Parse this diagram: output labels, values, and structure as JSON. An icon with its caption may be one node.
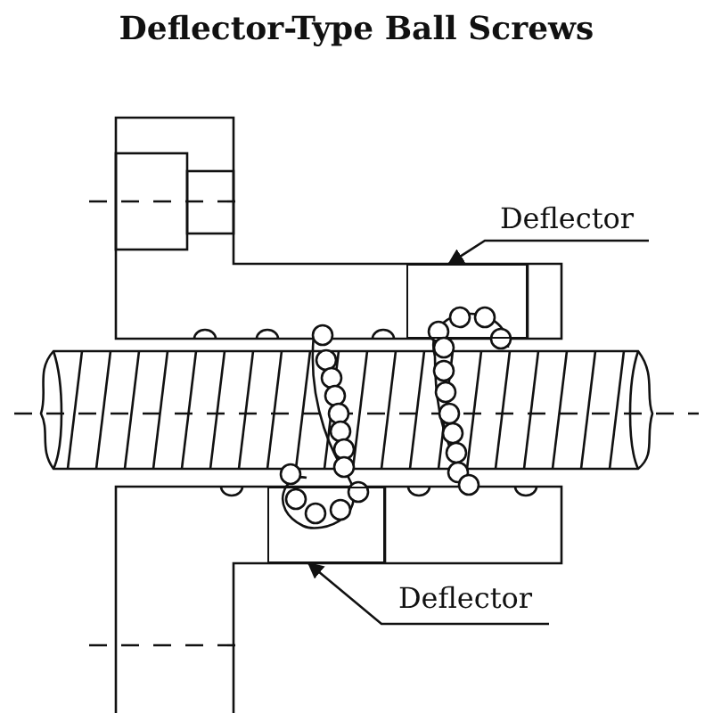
{
  "diagram": {
    "title": "Deflector-Type Ball Screws",
    "nodes": [
      {
        "text": [
          "Deflector"
        ]
      },
      {
        "text": [],
        "shape": "box"
      },
      {
        "text": [
          "Deflector"
        ]
      },
      {
        "text": [],
        "shape": "box"
      }
    ],
    "edges": [
      {
        "from": 0,
        "to": 1,
        "arrow": "to"
      },
      {
        "from": 2,
        "to": 3,
        "arrow": "to"
      }
    ]
  }
}
